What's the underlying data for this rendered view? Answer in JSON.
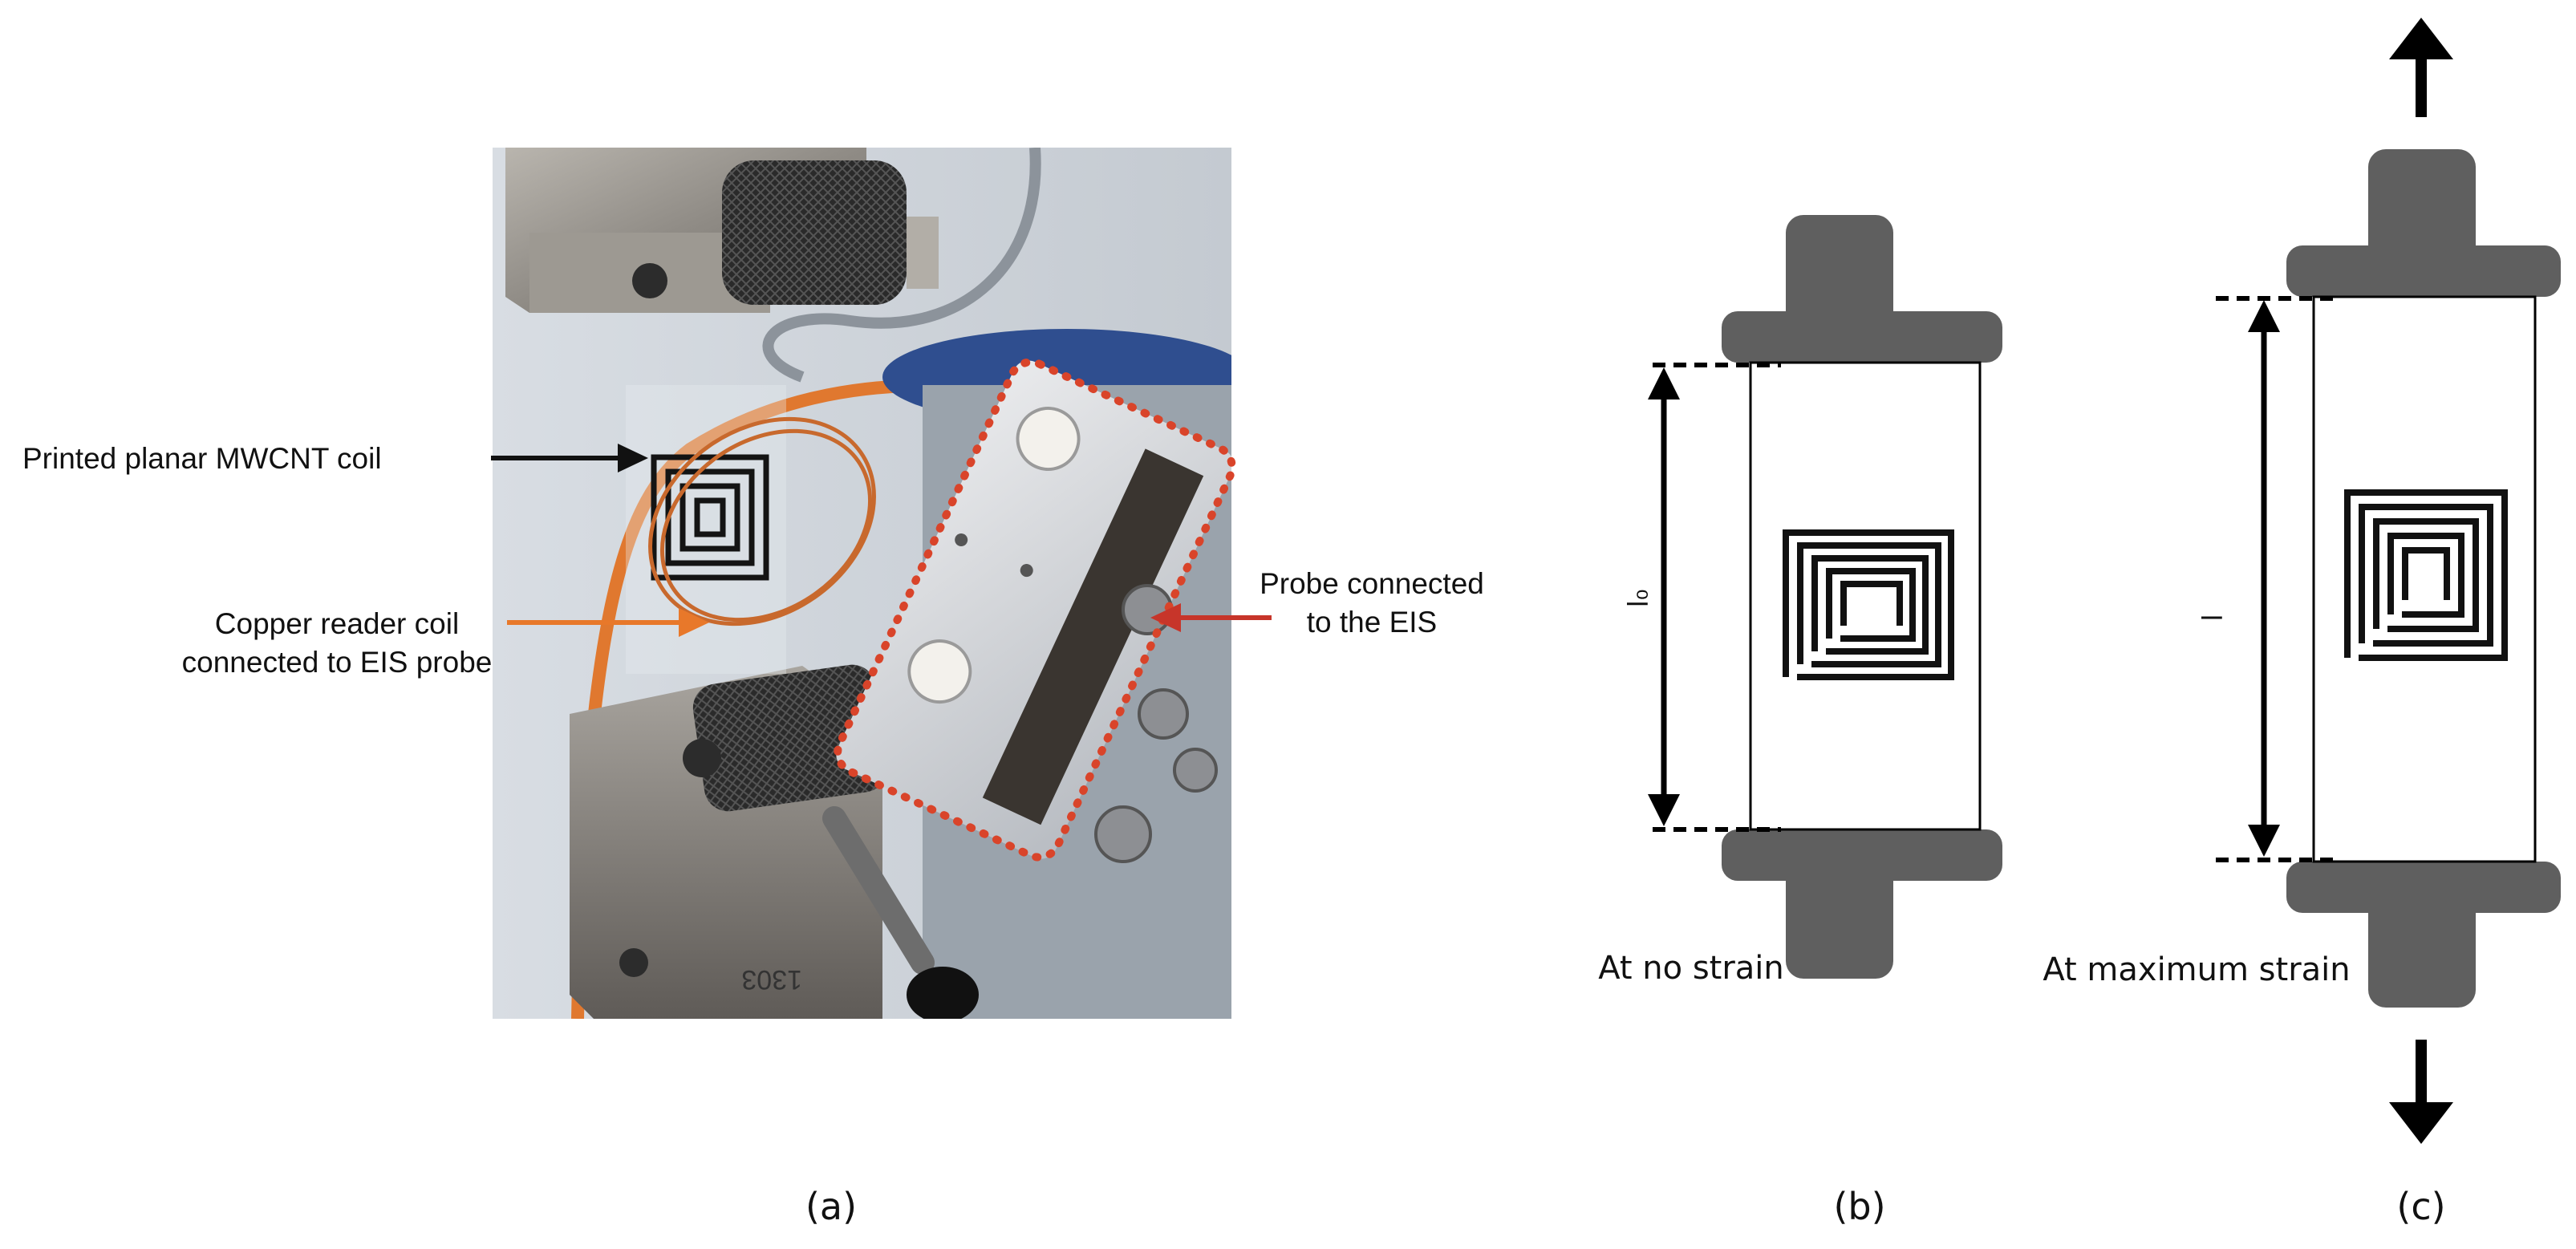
{
  "panel_a": {
    "caption": "(a)",
    "label_coil": "Printed planar MWCNT coil",
    "label_reader_line1": "Copper reader coil",
    "label_reader_line2": "connected to EIS probe",
    "label_probe_line1": "Probe connected",
    "label_probe_line2": "to the EIS",
    "plate_number": "1303",
    "colors": {
      "coil_arrow": "#111111",
      "reader_arrow": "#e8782a",
      "probe_arrow": "#c7352a",
      "dotted_outline": "#d9442a",
      "copper": "#c8692d"
    }
  },
  "panel_b": {
    "caption": "(b)",
    "state_label": "At no strain",
    "dimension_label": "l₀"
  },
  "panel_c": {
    "caption": "(c)",
    "state_label": "At maximum strain",
    "dimension_label": "l"
  },
  "colors": {
    "grip": "#5f5f5f",
    "coil": "#111111",
    "arrow": "#000000"
  }
}
